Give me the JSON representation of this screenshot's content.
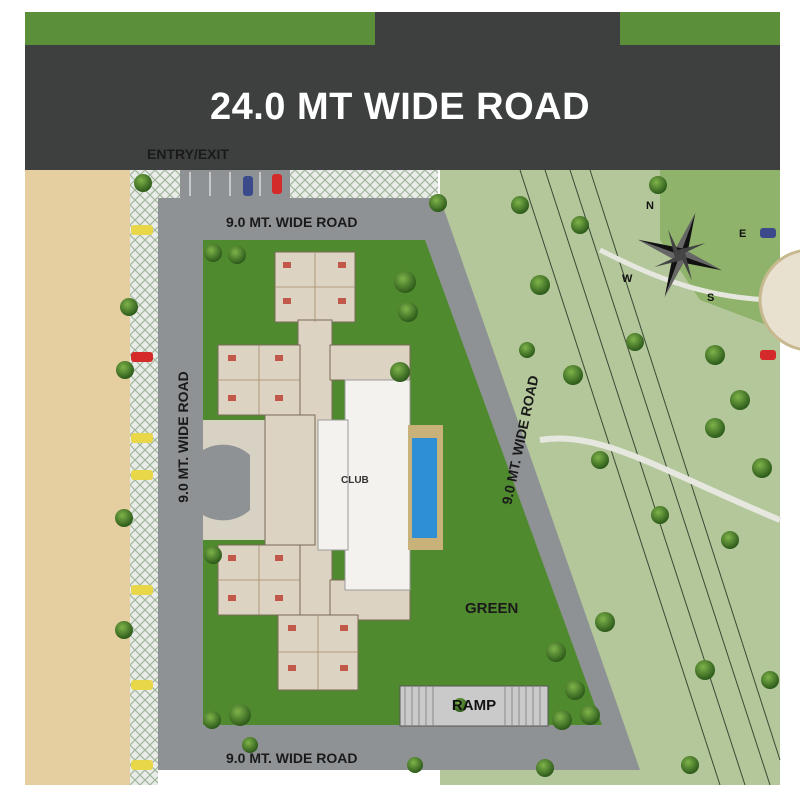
{
  "roads": {
    "main": "24.0 MT WIDE ROAD",
    "entry_exit": "ENTRY/EXIT",
    "internal_top": "9.0 MT. WIDE ROAD",
    "internal_left": "9.0 MT. WIDE ROAD",
    "internal_diagonal": "9.0 MT. WIDE ROAD",
    "internal_bottom": "9.0 MT. WIDE ROAD"
  },
  "labels": {
    "club": "CLUB",
    "green": "GREEN",
    "ramp": "RAMP"
  },
  "compass": {
    "north": "N",
    "east": "E",
    "south": "S",
    "west": "W"
  },
  "colors": {
    "main_road": "#3d403e",
    "internal_road": "#8f9294",
    "lawn": "#4f8a2e",
    "sand": "#e5cfa0",
    "park": "#b3c79a",
    "pool": "#2f8fd6",
    "club": "#f4f2ee",
    "building": "#ddd3c2"
  }
}
